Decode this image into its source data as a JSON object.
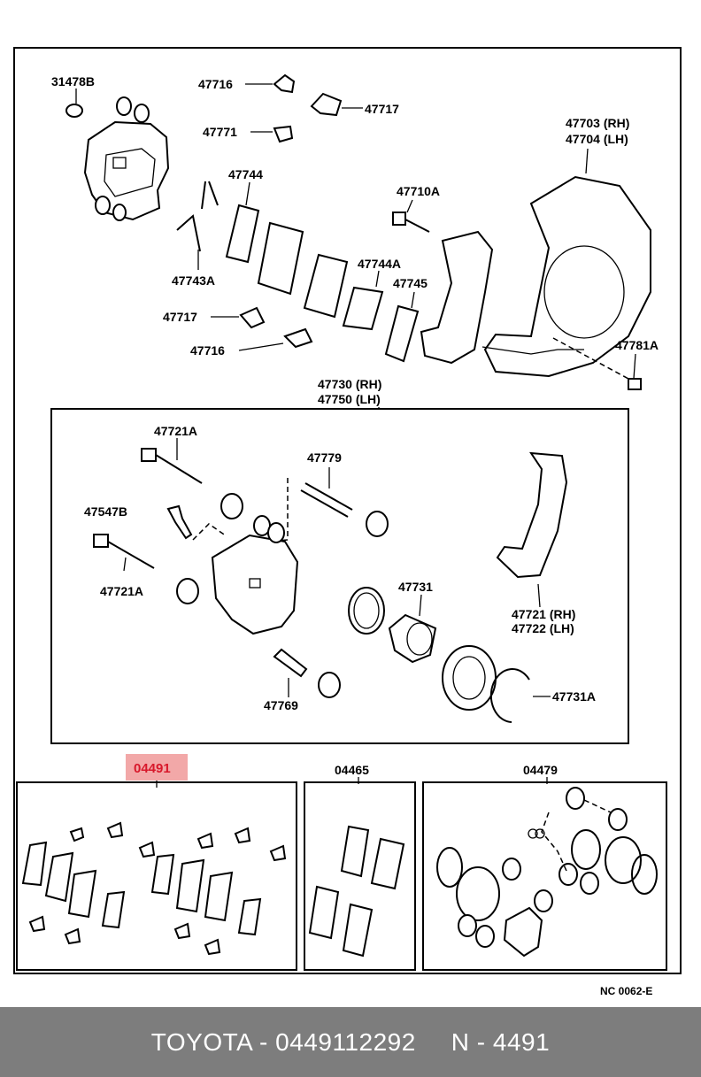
{
  "labels": {
    "l31478B": "31478B",
    "l47716a": "47716",
    "l47717a": "47717",
    "l47771": "47771",
    "l47703": "47703 (RH)",
    "l47704": "47704 (LH)",
    "l47744": "47744",
    "l47710A": "47710A",
    "l47743A": "47743A",
    "l47744A": "47744A",
    "l47745": "47745",
    "l47717b": "47717",
    "l47716b": "47716",
    "l47781A": "47781A",
    "l47730": "47730 (RH)",
    "l47750": "47750 (LH)",
    "l47721Aa": "47721A",
    "l47779": "47779",
    "l47547B": "47547B",
    "l47721Ab": "47721A",
    "l47731": "47731",
    "l47721": "47721 (RH)",
    "l47722": "47722 (LH)",
    "l47769": "47769",
    "l47731A": "47731A"
  },
  "kits": {
    "k04491": "04491",
    "k04465": "04465",
    "k04479": "04479"
  },
  "diagram_code": "NC 0062-E",
  "footer": {
    "brand_part": "TOYOTA - 0449112292",
    "ref": "N - 4491"
  },
  "colors": {
    "highlight_bg": "#f2a8a8",
    "highlight_text": "#d8182b",
    "footer_bg": "#7d7d7d"
  }
}
